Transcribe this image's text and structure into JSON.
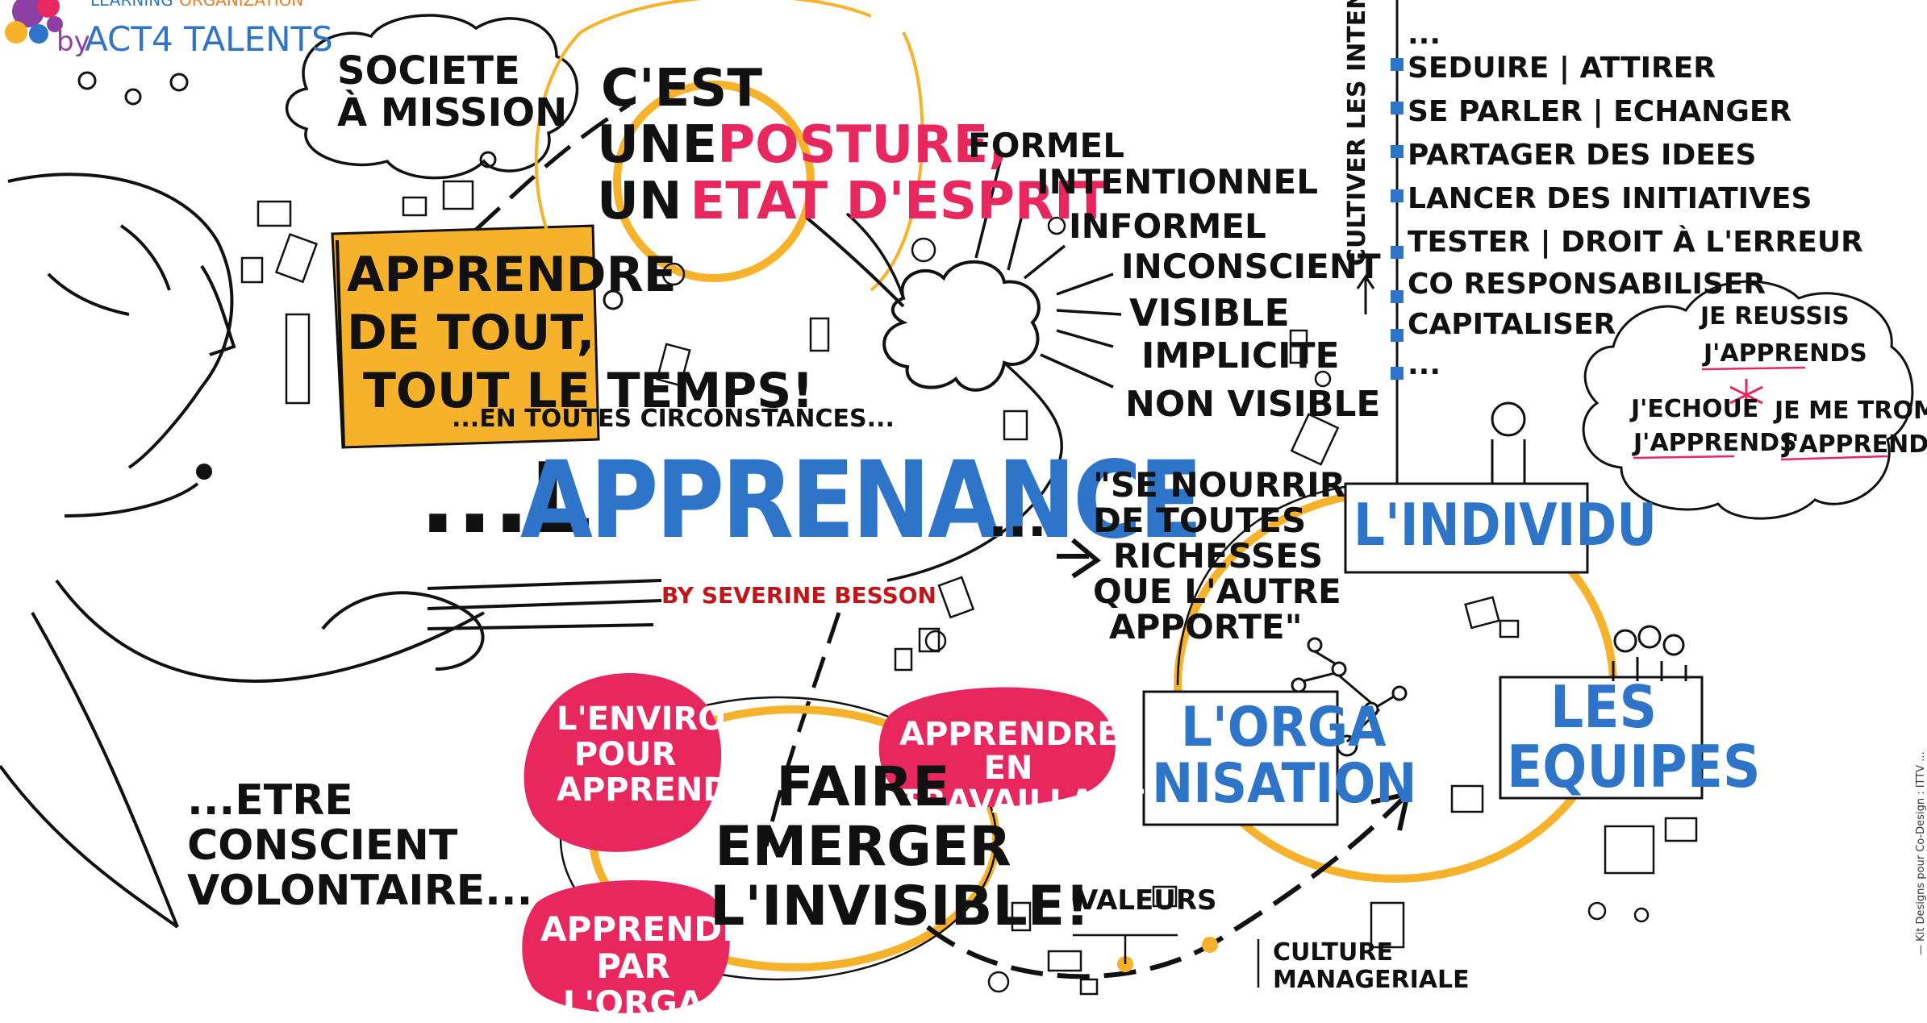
{
  "logo": {
    "line1_a": "LEARNING",
    "line1_b": "ORGANIZATION",
    "line2_a": "by",
    "line2_b": "ACT4 TALENTS"
  },
  "title": {
    "prefix": "...L'",
    "main": "APPRENANCE",
    "suffix": "...",
    "byline": "BY SEVERINE BESSON"
  },
  "top_left": {
    "cloud_text": [
      "SOCIETE",
      "À MISSION"
    ],
    "orange_box": [
      "APPRENDRE",
      "DE TOUT,",
      "TOUT LE TEMPS!"
    ],
    "circonstances": "...EN TOUTES CIRCONSTANCES..."
  },
  "posture": {
    "line1": "C'EST",
    "line2_a": "UNE",
    "line2_b": "POSTURE,",
    "line3_a": "UN",
    "line3_b": "ETAT D'ESPRIT"
  },
  "modes": [
    "FORMEL",
    "INTENTIONNEL",
    "INFORMEL",
    "INCONSCIENT",
    "VISIBLE",
    "IMPLICITE",
    "NON VISIBLE"
  ],
  "intentions": {
    "axis_label": "CULTIVER LES INTENTIONS",
    "items": [
      "...",
      "SEDUIRE | ATTIRER",
      "SE PARLER | ECHANGER",
      "PARTAGER DES IDEES",
      "LANCER DES INITIATIVES",
      "TESTER | DROIT À L'ERREUR",
      "CO RESPONSABILISER",
      "CAPITALISER",
      "..."
    ]
  },
  "right_cloud": {
    "top": [
      "JE REUSSIS",
      "J'APPRENDS"
    ],
    "left": [
      "J'ECHOUE",
      "J'APPRENDS"
    ],
    "right": [
      "JE ME TROMPE",
      "J'APPRENDS"
    ]
  },
  "quote": [
    "\"SE NOURRIR",
    "DE TOUTES",
    "RICHESSES",
    "QUE L'AUTRE",
    "APPORTE\""
  ],
  "individu": "L'INDIVIDU",
  "organisation": [
    "L'ORGA",
    "NISATION"
  ],
  "equipes": [
    "LES",
    "EQUIPES"
  ],
  "blobs": {
    "enviro": [
      "L'ENVIRO",
      "POUR",
      "APPRENDRE"
    ],
    "travaillant": [
      "APPRENDRE",
      "EN TRAVAILLANT"
    ],
    "orga": [
      "APPRENDRE",
      "PAR L'ORGA"
    ]
  },
  "center_bottom": [
    "FAIRE",
    "EMERGER",
    "L'INVISIBLE!"
  ],
  "etre": [
    "...ETRE",
    "CONSCIENT",
    "VOLONTAIRE..."
  ],
  "valeurs": "VALEURS",
  "culture": [
    "CULTURE",
    "MANAGERIALE"
  ],
  "signature": "— Kit Designs pour Co-Design : ITTV ...",
  "colors": {
    "orange": "#f7b22b",
    "pink": "#e8275f",
    "blue": "#2e74c9",
    "ink": "#111111",
    "red": "#c0161b"
  }
}
